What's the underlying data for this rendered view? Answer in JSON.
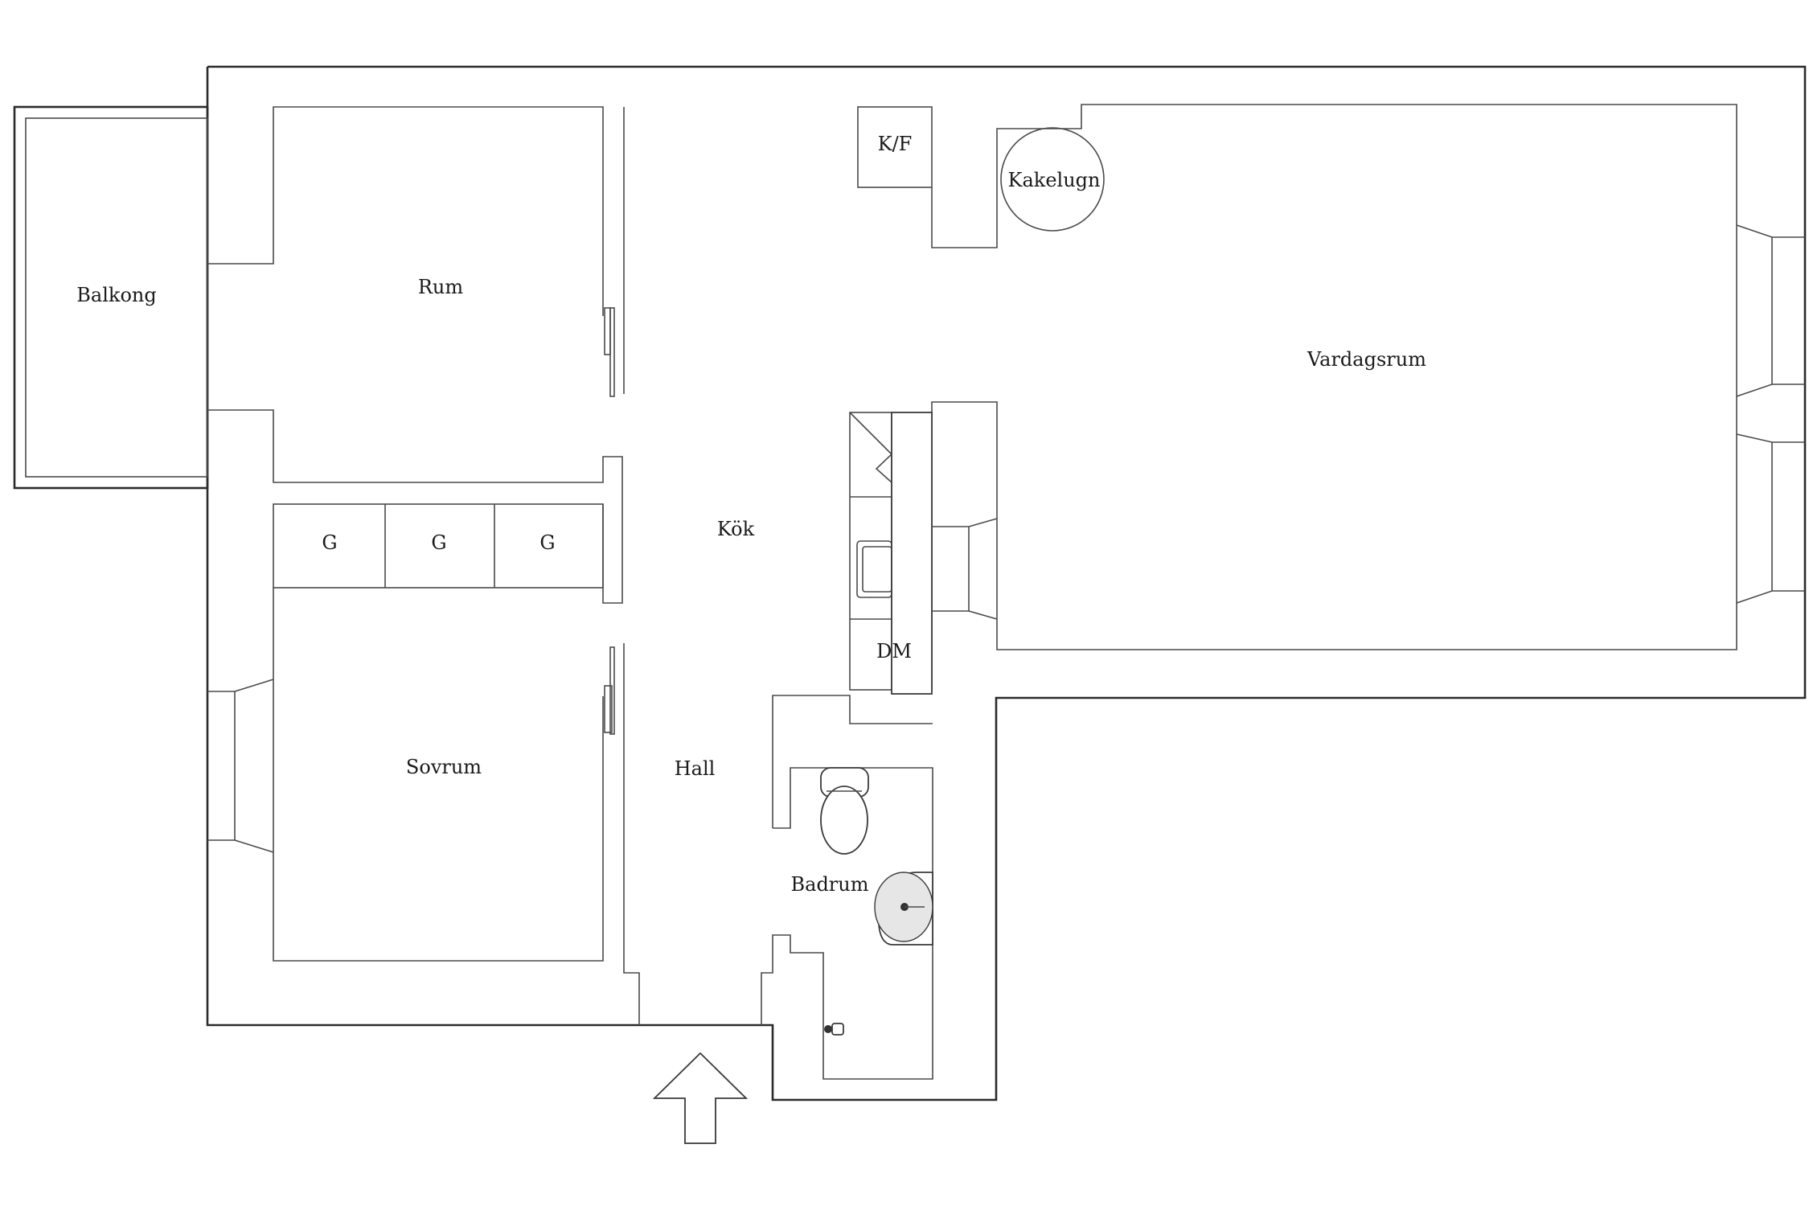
{
  "rooms": {
    "balkong": "Balkong",
    "rum": "Rum",
    "kf": "K/F",
    "kakelugn": "Kakelugn",
    "vardagsrum": "Vardagsrum",
    "kok": "Kök",
    "dm": "DM",
    "sovrum": "Sovrum",
    "hall": "Hall",
    "badrum": "Badrum"
  },
  "closets": [
    "G",
    "G",
    "G"
  ],
  "entrance_icon": "entrance-arrow-icon"
}
